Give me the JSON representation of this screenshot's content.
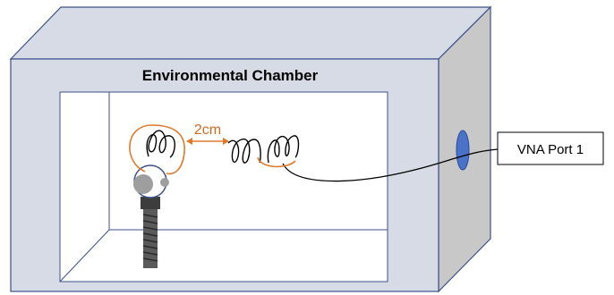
{
  "diagram": {
    "title": "Environmental Chamber",
    "distance_label": "2cm",
    "port_label": "VNA Port 1",
    "colors": {
      "chamber_face": "#d7dbe6",
      "chamber_edge": "#3c4f8a",
      "side_face": "#c8c8c8",
      "coil_orange": "#e0782a",
      "port_hole": "#4a72c9",
      "bolt": "#555555"
    }
  }
}
